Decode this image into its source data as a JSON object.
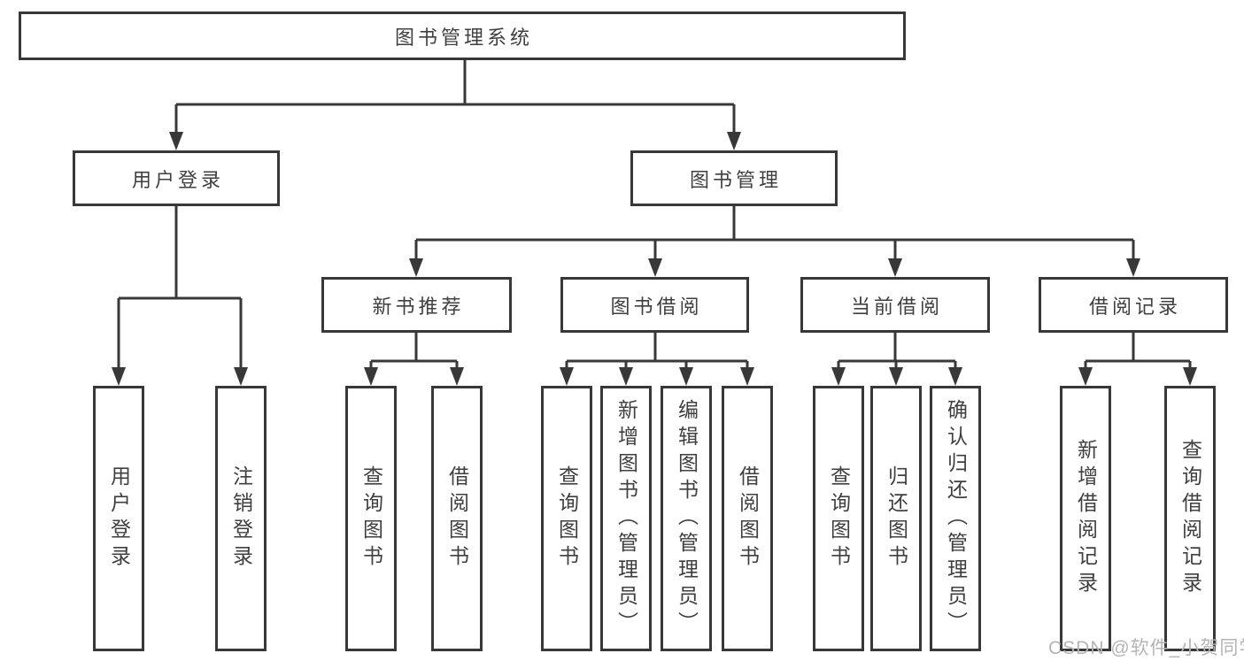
{
  "nodes": {
    "root": "图书管理系统",
    "user_login": "用户登录",
    "book_management": "图书管理",
    "new_book_recommend": "新书推荐",
    "book_borrowing": "图书借阅",
    "current_borrowing": "当前借阅",
    "borrowing_records": "借阅记录",
    "leaf_user_login": "用户登录",
    "leaf_logout": "注销登录",
    "leaf_nb_query_books": "查询图书",
    "leaf_nb_borrow_books": "借阅图书",
    "leaf_bb_query_books": "查询图书",
    "leaf_bb_add_books": "新增图书（管理员）",
    "leaf_bb_edit_books": "编辑图书（管理员）",
    "leaf_bb_borrow_books": "借阅图书",
    "leaf_cb_query_books": "查询图书",
    "leaf_cb_return_books": "归还图书",
    "leaf_cb_confirm_return": "确认归还（管理员）",
    "leaf_br_add_record": "新增借阅记录",
    "leaf_br_query_record": "查询借阅记录"
  },
  "watermark": "CSDN @软件_小贺同学",
  "colors": {
    "line": "#383838",
    "text": "#3f3f3f",
    "watermark": "#b4b4b4",
    "background": "#ffffff"
  }
}
